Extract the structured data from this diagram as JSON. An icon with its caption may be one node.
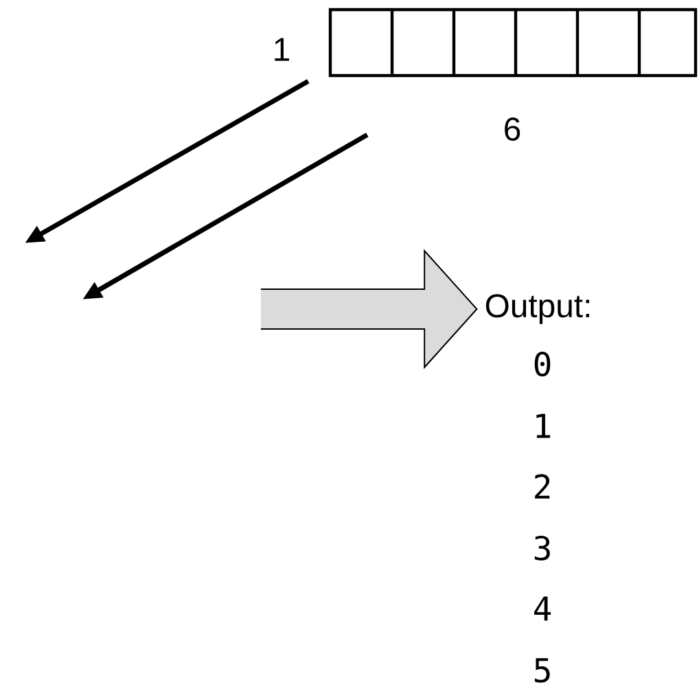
{
  "diagram": {
    "nodes": [
      {
        "text": [],
        "shape": "box"
      },
      {
        "text": [
          "Output:"
        ]
      }
    ],
    "edges": [
      {
        "from": 0,
        "to": null,
        "arrow": "to"
      },
      {
        "from": 0,
        "to": null,
        "arrow": "to"
      },
      {
        "from": null,
        "to": 1,
        "arrow": "to",
        "style": "thick",
        "color": "#dbdbdb"
      }
    ],
    "labels": [
      "1",
      "6",
      "0",
      "1",
      "2",
      "3",
      "4",
      "5"
    ]
  }
}
